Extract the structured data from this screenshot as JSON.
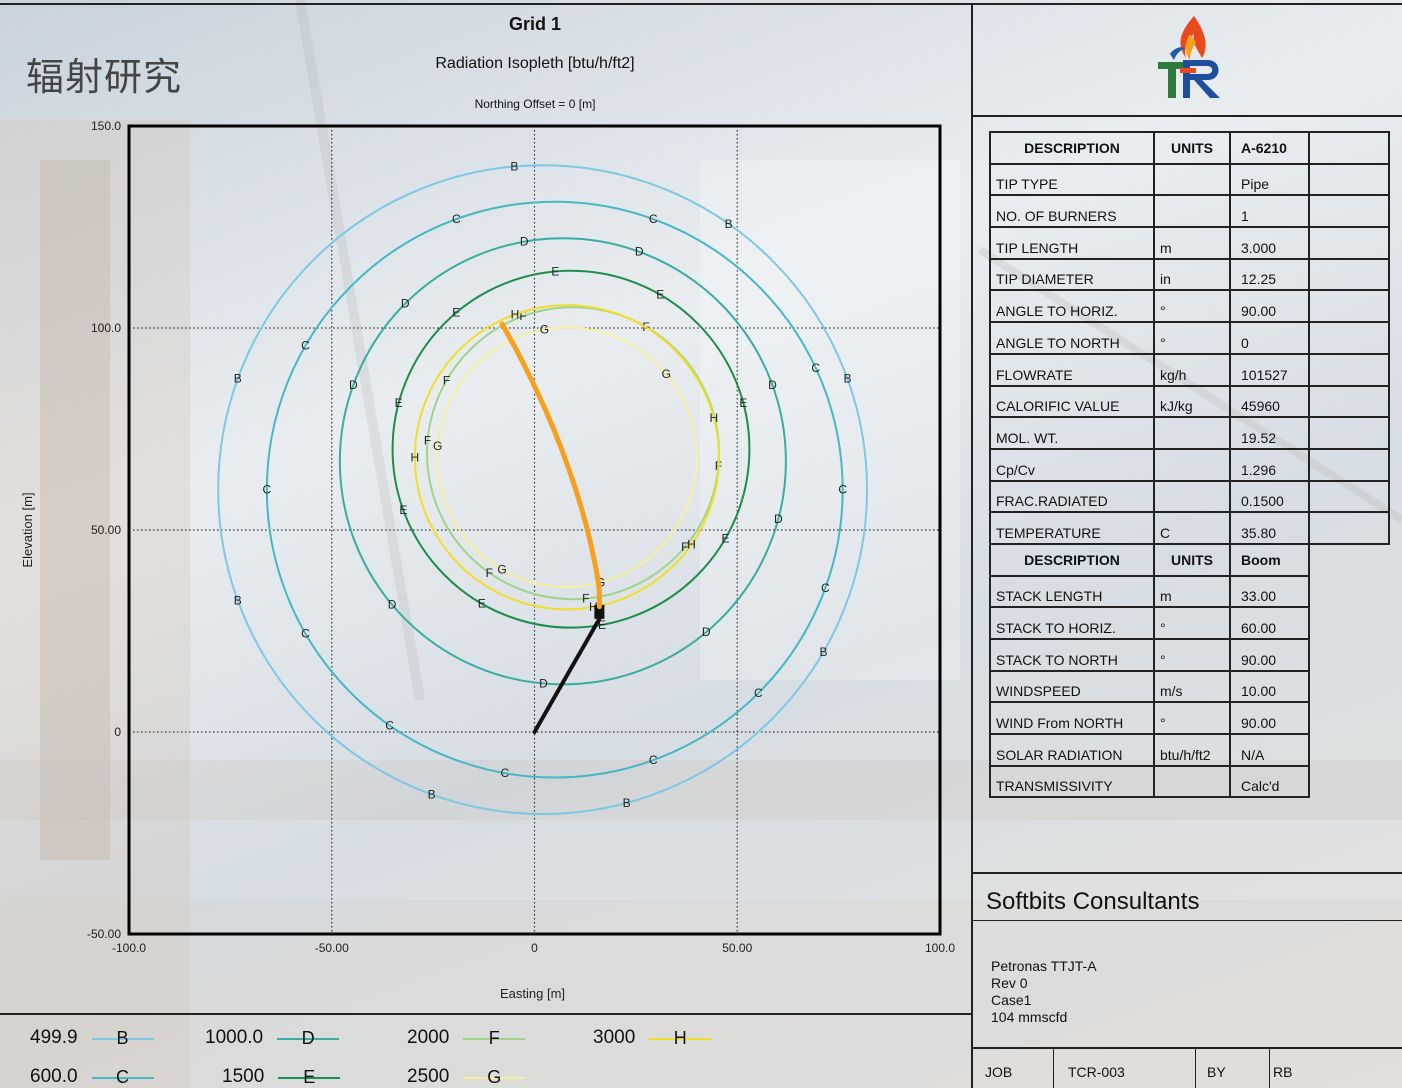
{
  "chinese_title": "辐射研究",
  "header": {
    "title": "Grid 1",
    "subtitle": "Radiation Isopleth [btu/h/ft2]",
    "note": "Northing Offset = 0 [m]"
  },
  "chart_data": {
    "type": "contour",
    "xlabel": "Easting [m]",
    "ylabel": "Elevation [m]",
    "xlim": [
      -100,
      100
    ],
    "ylim": [
      -50,
      150
    ],
    "x_ticks": [
      "-100.0",
      "-50.00",
      "0",
      "50.00",
      "100.0"
    ],
    "y_ticks": [
      "150.0",
      "100.0",
      "50.00",
      "0",
      "-50.00"
    ],
    "grid": "dotted",
    "isopleths": [
      {
        "label": "B",
        "value": 499.9,
        "color": "#7ec8e3",
        "center": [
          2,
          60
        ],
        "radius": 80
      },
      {
        "label": "C",
        "value": 600.0,
        "color": "#45b8c4",
        "center": [
          5,
          60
        ],
        "radius": 71
      },
      {
        "label": "D",
        "value": 1000.0,
        "color": "#3aada0",
        "center": [
          7,
          67
        ],
        "radius": 55
      },
      {
        "label": "E",
        "value": 1500,
        "color": "#1e8c4c",
        "center": [
          9,
          70
        ],
        "radius": 44
      },
      {
        "label": "F",
        "value": 2000,
        "color": "#9fd48a",
        "center": [
          9.5,
          69
        ],
        "radius": 36
      },
      {
        "label": "G",
        "value": 2500,
        "color": "#f5f0a0",
        "center": [
          8,
          68
        ],
        "radius": 32
      },
      {
        "label": "H",
        "value": 3000,
        "color": "#f2dd2a",
        "center": [
          8,
          68
        ],
        "radius": 37.5
      }
    ],
    "stack": {
      "from": [
        0,
        0
      ],
      "to": [
        16,
        28
      ],
      "color": "#111111"
    },
    "flame": {
      "points": [
        [
          16,
          31
        ],
        [
          16,
          37
        ],
        [
          12,
          55
        ],
        [
          5,
          75
        ],
        [
          -3,
          92
        ],
        [
          -8,
          101
        ]
      ],
      "color": "#f5a01f"
    }
  },
  "legend": [
    {
      "value": "499.9",
      "label": "B",
      "color": "#7ec8e3"
    },
    {
      "value": "1000.0",
      "label": "D",
      "color": "#3aada0"
    },
    {
      "value": "2000",
      "label": "F",
      "color": "#9fd48a"
    },
    {
      "value": "3000",
      "label": "H",
      "color": "#f2dd2a"
    },
    {
      "value": "600.0",
      "label": "C",
      "color": "#45b8c4"
    },
    {
      "value": "1500",
      "label": "E",
      "color": "#1e8c4c"
    },
    {
      "value": "2500",
      "label": "G",
      "color": "#f5f0a0"
    }
  ],
  "table1": {
    "headers": [
      "DESCRIPTION",
      "UNITS",
      "A-6210"
    ],
    "rows": [
      [
        "TIP TYPE",
        "",
        "Pipe"
      ],
      [
        "NO. OF BURNERS",
        "",
        "1"
      ],
      [
        "TIP LENGTH",
        "m",
        "3.000"
      ],
      [
        "TIP DIAMETER",
        "in",
        "12.25"
      ],
      [
        "ANGLE TO HORIZ.",
        "°",
        "90.00"
      ],
      [
        "ANGLE TO NORTH",
        "°",
        "0"
      ],
      [
        "FLOWRATE",
        "kg/h",
        "101527"
      ],
      [
        "CALORIFIC VALUE",
        "kJ/kg",
        "45960"
      ],
      [
        "MOL. WT.",
        "",
        "19.52"
      ],
      [
        "Cp/Cv",
        "",
        "1.296"
      ],
      [
        "FRAC.RADIATED",
        "",
        "0.1500"
      ],
      [
        "TEMPERATURE",
        "C",
        "35.80"
      ]
    ]
  },
  "table2": {
    "headers": [
      "DESCRIPTION",
      "UNITS",
      "Boom"
    ],
    "rows": [
      [
        "STACK LENGTH",
        "m",
        "33.00"
      ],
      [
        "STACK TO HORIZ.",
        "°",
        "60.00"
      ],
      [
        "STACK TO NORTH",
        "°",
        "90.00"
      ],
      [
        "WINDSPEED",
        "m/s",
        "10.00"
      ],
      [
        "WIND From NORTH",
        "°",
        "90.00"
      ],
      [
        "SOLAR RADIATION",
        "btu/h/ft2",
        "N/A"
      ],
      [
        "TRANSMISSIVITY",
        "",
        "Calc'd"
      ]
    ]
  },
  "company": "Softbits Consultants",
  "project": [
    "Petronas TTJT-A",
    "Rev 0",
    "Case1",
    "104 mmscfd"
  ],
  "footer": {
    "job_label": "JOB",
    "job_value": "TCR-003",
    "by_label": "BY",
    "by_value": "RB"
  },
  "logo_text": "TCR"
}
